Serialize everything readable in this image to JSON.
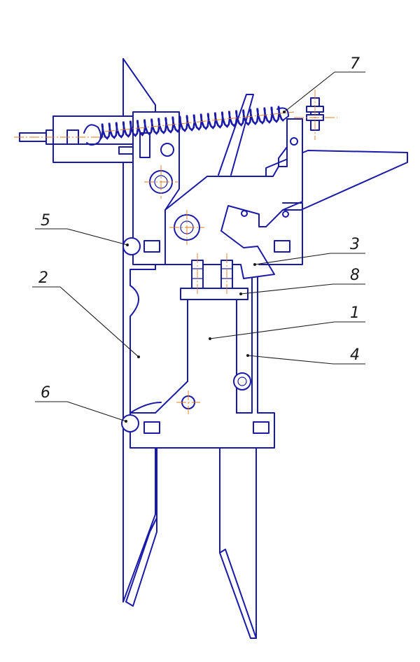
{
  "callouts": [
    {
      "id": "7",
      "text": "7"
    },
    {
      "id": "5",
      "text": "5"
    },
    {
      "id": "2",
      "text": "2"
    },
    {
      "id": "3",
      "text": "3"
    },
    {
      "id": "8",
      "text": "8"
    },
    {
      "id": "1",
      "text": "1"
    },
    {
      "id": "4",
      "text": "4"
    },
    {
      "id": "6",
      "text": "6"
    }
  ],
  "colors": {
    "line": "#1a1aa8",
    "leader": "#1a1a1a",
    "centerline": "#e07a1a",
    "background": "#ffffff"
  }
}
